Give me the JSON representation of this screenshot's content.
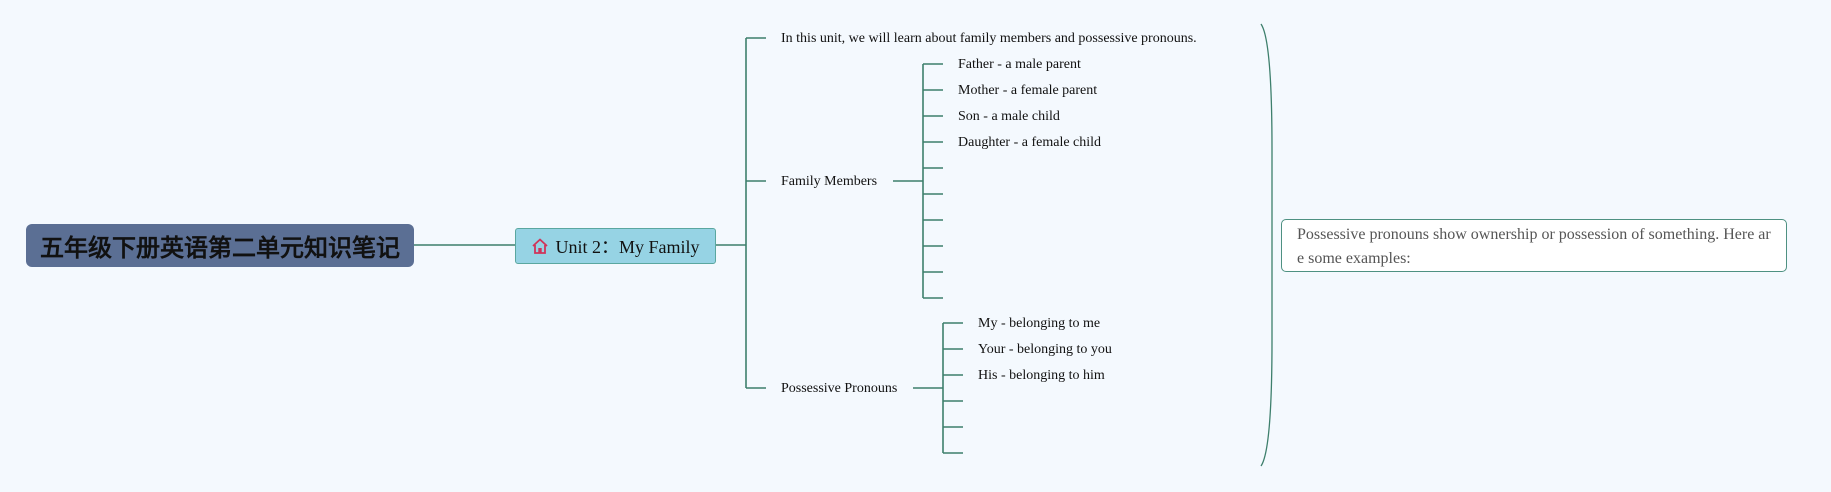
{
  "root": {
    "title": "五年级下册英语第二单元知识笔记"
  },
  "unit": {
    "title": "Unit 2：My Family",
    "icon": "home-icon",
    "icon_color": "#d0345a"
  },
  "branches": {
    "intro": "In this unit, we will learn about family members and possessive pronouns.",
    "family_members": {
      "label": "Family Members",
      "items": [
        "Father - a male parent",
        "Mother - a female parent",
        "Son - a male child",
        "Daughter - a female child",
        "",
        "",
        "",
        "",
        "",
        ""
      ]
    },
    "possessive_pronouns": {
      "label": "Possessive Pronouns",
      "items": [
        "My - belonging to me",
        "Your - belonging to you",
        "His - belonging to him",
        "",
        "",
        ""
      ]
    }
  },
  "note": "Possessive pronouns show ownership or possession of something. Here are some examples:",
  "colors": {
    "background": "#f4f9fe",
    "connector": "#3d7f6c",
    "root_fill": "#5b6f94",
    "unit_fill": "#96d3e4",
    "note_border": "#4e9182"
  }
}
